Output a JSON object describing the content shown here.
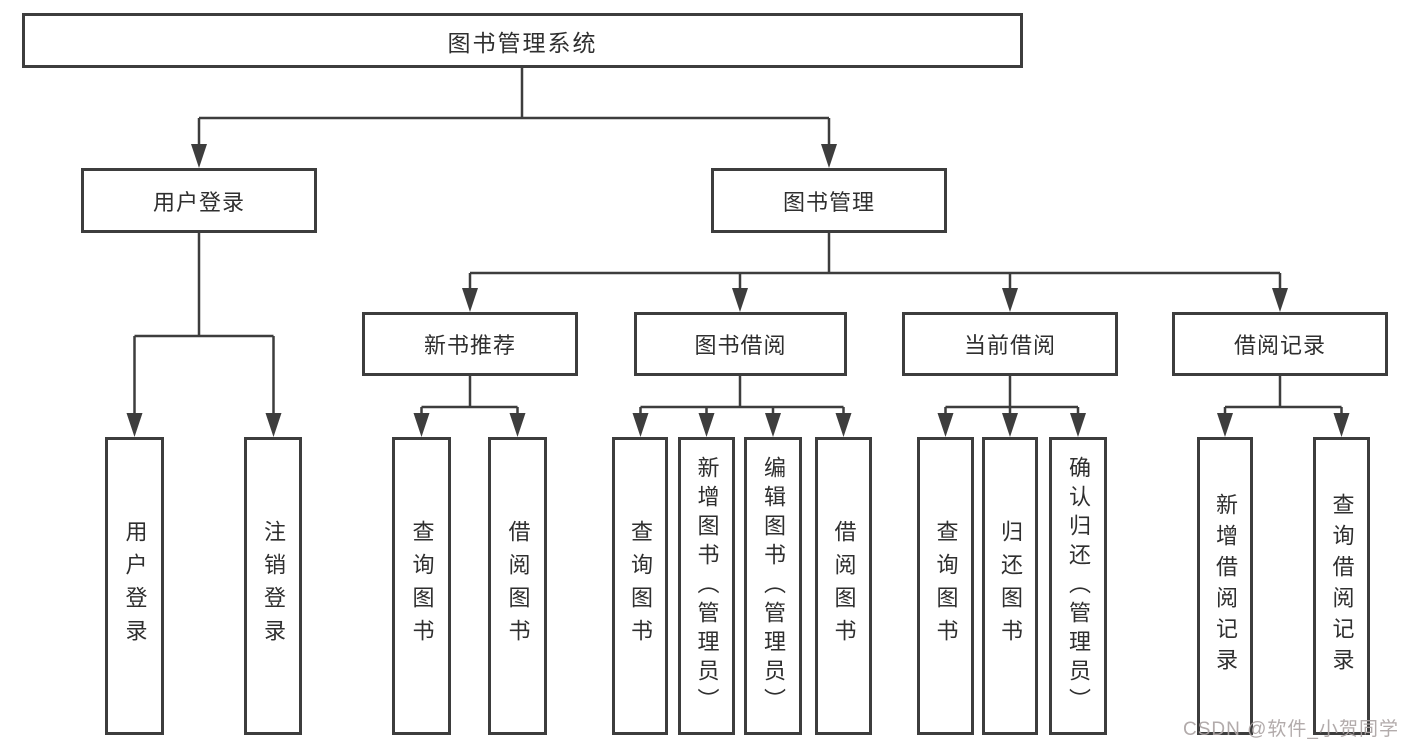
{
  "nodes": {
    "root": "图书管理系统",
    "user_login": "用户登录",
    "book_management": "图书管理",
    "new_book_recommend": "新书推荐",
    "book_borrow": "图书借阅",
    "current_borrow": "当前借阅",
    "borrow_records": "借阅记录",
    "user_login_leaf": "用户登录",
    "logout_login": "注销登录",
    "recommend_query_books": "查询图书",
    "recommend_borrow_books": "借阅图书",
    "borrow_query_books": "查询图书",
    "borrow_add_books_admin": "新增图书（管理员）",
    "borrow_edit_books_admin": "编辑图书（管理员）",
    "borrow_borrow_books": "借阅图书",
    "current_query_books": "查询图书",
    "current_return_books": "归还图书",
    "current_confirm_return_admin": "确认归还（管理员）",
    "records_add_record": "新增借阅记录",
    "records_query_record": "查询借阅记录"
  },
  "watermark": "CSDN @软件_小贺同学",
  "colors": {
    "line": "#3d3d3d",
    "text": "#2f2f2f",
    "watermark": "#aca4a4",
    "background": "#ffffff"
  }
}
